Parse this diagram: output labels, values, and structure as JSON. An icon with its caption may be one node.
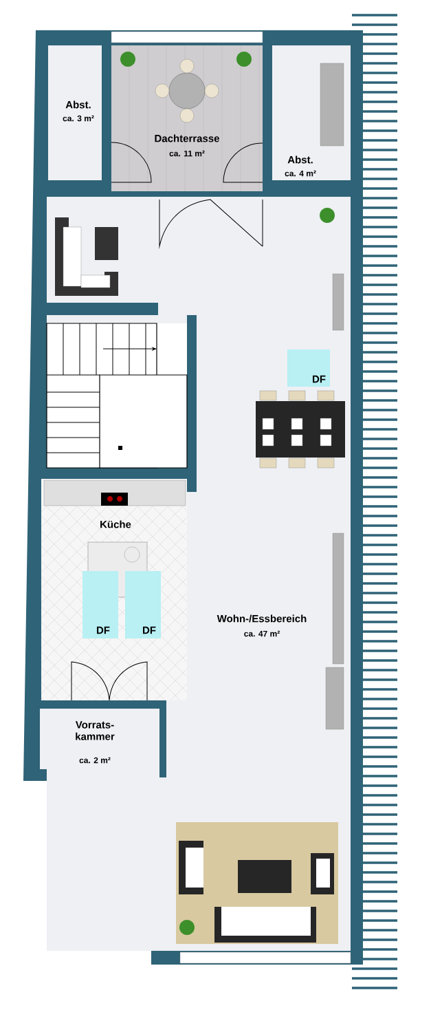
{
  "diagram": {
    "labels": [
      "Abst.",
      "ca. 3 m²",
      "Dachterrasse",
      "ca. 11 m²",
      "Abst.",
      "ca. 4 m²",
      "DF",
      "Küche",
      "DF",
      "DF",
      "Wohn-/Essbereich",
      "ca. 47 m²",
      "Vorrats- kammer",
      "ca. 2 m²"
    ]
  }
}
